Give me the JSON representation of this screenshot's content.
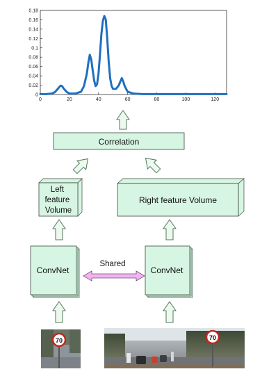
{
  "chart_data": {
    "type": "line",
    "x": [
      0,
      4,
      8,
      10,
      12,
      13,
      14,
      15,
      16,
      18,
      20,
      24,
      28,
      30,
      32,
      33,
      34,
      35,
      36,
      37,
      38,
      39,
      40,
      41,
      42,
      43,
      44,
      45,
      46,
      47,
      48,
      49,
      50,
      52,
      54,
      55,
      56,
      57,
      58,
      60,
      64,
      70,
      80,
      90,
      100,
      110,
      120,
      128
    ],
    "y": [
      0.001,
      0.001,
      0.002,
      0.005,
      0.012,
      0.016,
      0.019,
      0.018,
      0.013,
      0.006,
      0.002,
      0.002,
      0.006,
      0.018,
      0.045,
      0.068,
      0.085,
      0.075,
      0.052,
      0.03,
      0.018,
      0.022,
      0.045,
      0.085,
      0.13,
      0.158,
      0.168,
      0.16,
      0.12,
      0.07,
      0.035,
      0.018,
      0.012,
      0.012,
      0.02,
      0.028,
      0.035,
      0.028,
      0.018,
      0.006,
      0.002,
      0.001,
      0.001,
      0.001,
      0.001,
      0.001,
      0.001,
      0.001
    ],
    "xlim": [
      0,
      128
    ],
    "ylim": [
      0,
      0.18
    ],
    "x_ticks": [
      "0",
      "20",
      "40",
      "60",
      "80",
      "100",
      "120"
    ],
    "y_ticks": [
      "0",
      "0.02",
      "0.04",
      "0.06",
      "0.08",
      "0.1",
      "0.12",
      "0.14",
      "0.16",
      "0.18"
    ],
    "grid": false,
    "line_color": "#1f6fbf"
  },
  "diagram": {
    "correlation_label": "Correlation",
    "left_volume_label": [
      "Left",
      "feature",
      "Volume"
    ],
    "right_volume_label": "Right feature Volume",
    "left_convnet_label": "ConvNet",
    "right_convnet_label": "ConvNet",
    "shared_label": "Shared",
    "box_fill": "#d6f5e2",
    "box_stroke": "#3a4a3e",
    "arrow_fill": "#edf8ef",
    "arrow_stroke": "#4f7a59",
    "shared_arrow_fill": "#f0b4f0",
    "shared_arrow_stroke": "#7a4a7a"
  },
  "images": {
    "left_sign_text": "70",
    "right_sign_text": "70"
  }
}
